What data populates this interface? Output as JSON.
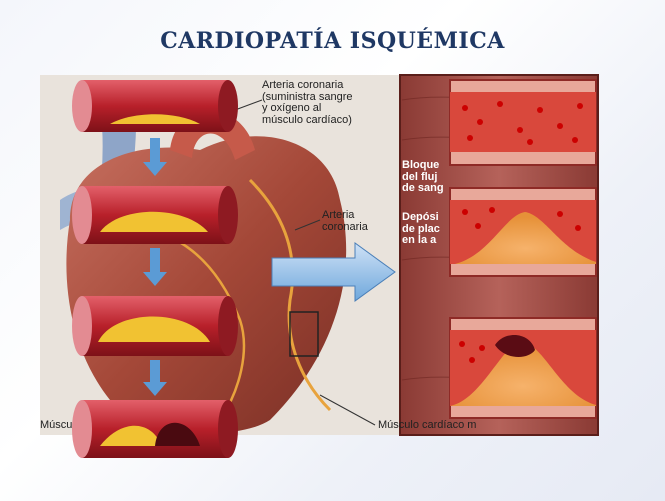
{
  "slide": {
    "title": "CARDIOPATÍA ISQUÉMICA"
  },
  "labels": {
    "coronary_top": "Arteria coronaria\n(suministra sangre\ny oxígeno al\nmúsculo cardíaco)",
    "coronary": "Arteria\ncoronaria",
    "muscle_left": "Múscu",
    "muscle_right": "Músculo cardíaco m",
    "blocked": "Bloque\ndel fluj\nde sang",
    "deposits": "Depósi\nde plac\nen la a"
  },
  "colors": {
    "title": "#1f3864",
    "artery_wall": "#b8202a",
    "plaque": "#f1c232",
    "arrow": "#5b9bd5",
    "heart": "#a04a3a"
  }
}
